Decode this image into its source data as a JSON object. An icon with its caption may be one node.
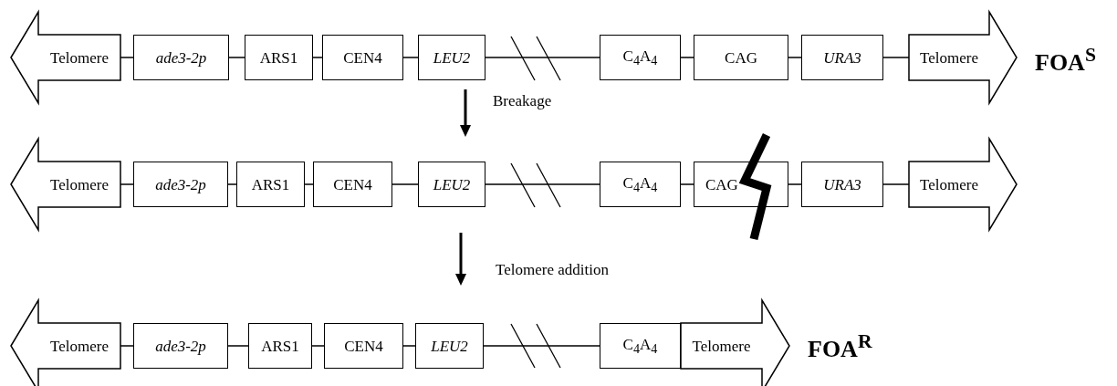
{
  "diagram": {
    "nodes": [
      {
        "text": [
          "Telomere"
        ]
      },
      {
        "text": [
          "ade3-2p"
        ]
      },
      {
        "text": [
          "ARS1"
        ]
      },
      {
        "text": [
          "CEN4"
        ]
      },
      {
        "text": [
          "LEU2"
        ]
      },
      {
        "text": [
          "C$_{4}$A$_{4}$"
        ]
      },
      {
        "text": [
          "CAG"
        ]
      },
      {
        "text": [
          "URA3"
        ]
      },
      {
        "text": [
          "Telomere"
        ]
      },
      {
        "text": [
          "Telomere"
        ]
      },
      {
        "text": [
          "ade3-2p"
        ]
      },
      {
        "text": [
          "ARS1"
        ]
      },
      {
        "text": [
          "CEN4"
        ]
      },
      {
        "text": [
          "LEU2"
        ]
      },
      {
        "text": [
          "C$_{4}$A$_{4}$"
        ]
      },
      {
        "text": [
          "CAG"
        ]
      },
      {
        "text": [
          "URA3"
        ]
      },
      {
        "text": [
          "Telomere"
        ]
      },
      {
        "text": [
          "Telomere"
        ]
      },
      {
        "text": [
          "ade3-2p"
        ]
      },
      {
        "text": [
          "ARS1"
        ]
      },
      {
        "text": [
          "CEN4"
        ]
      },
      {
        "text": [
          "LEU2"
        ]
      },
      {
        "text": [
          "C$_{4}$A$_{4}$"
        ]
      },
      {
        "text": [
          "Telomere"
        ]
      }
    ],
    "edges": [
      {
        "from": 0,
        "to": 1,
        "arrow": "none"
      },
      {
        "from": 1,
        "to": 2,
        "arrow": "none"
      },
      {
        "from": 2,
        "to": 3,
        "arrow": "none"
      },
      {
        "from": 3,
        "to": 4,
        "arrow": "none"
      },
      {
        "from": 4,
        "to": 5,
        "arrow": "none"
      },
      {
        "from": 5,
        "to": 6,
        "arrow": "none"
      },
      {
        "from": 6,
        "to": 7,
        "arrow": "none"
      },
      {
        "from": 7,
        "to": 8,
        "arrow": "none"
      },
      {
        "from": 9,
        "to": 10,
        "arrow": "none"
      },
      {
        "from": 10,
        "to": 11,
        "arrow": "none"
      },
      {
        "from": 11,
        "to": 12,
        "arrow": "none"
      },
      {
        "from": 12,
        "to": 13,
        "arrow": "none"
      },
      {
        "from": 13,
        "to": 14,
        "arrow": "none"
      },
      {
        "from": 14,
        "to": 15,
        "arrow": "none"
      },
      {
        "from": 15,
        "to": 16,
        "arrow": "none"
      },
      {
        "from": 16,
        "to": 17,
        "arrow": "none"
      },
      {
        "from": 18,
        "to": 19,
        "arrow": "none"
      },
      {
        "from": 19,
        "to": 20,
        "arrow": "none"
      },
      {
        "from": 20,
        "to": 21,
        "arrow": "none"
      },
      {
        "from": 21,
        "to": 22,
        "arrow": "none"
      },
      {
        "from": 22,
        "to": 23,
        "arrow": "none"
      }
    ],
    "labels": [
      "FOA$^{S}$",
      "Breakage",
      "Telomere addition",
      "FOA$^{R}$"
    ]
  }
}
